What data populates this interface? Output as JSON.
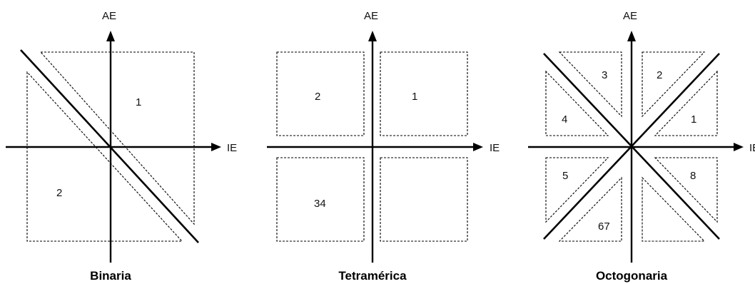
{
  "panels": [
    {
      "caption": "Binaria",
      "y_axis_label": "AE",
      "x_axis_label": "IE",
      "regions": [
        {
          "label": "1"
        },
        {
          "label": "2"
        }
      ]
    },
    {
      "caption": "Tetramérica",
      "y_axis_label": "AE",
      "x_axis_label": "IE",
      "regions": [
        {
          "label": "1"
        },
        {
          "label": "2"
        },
        {
          "label": "34"
        },
        {
          "label": ""
        }
      ]
    },
    {
      "caption": "Octogonaria",
      "y_axis_label": "AE",
      "x_axis_label": "IE",
      "regions": [
        {
          "label": "1"
        },
        {
          "label": "2"
        },
        {
          "label": "3"
        },
        {
          "label": "4"
        },
        {
          "label": "5"
        },
        {
          "label": "67"
        },
        {
          "label": ""
        },
        {
          "label": "8"
        }
      ]
    }
  ],
  "colors": {
    "line": "#000000",
    "background": "#ffffff"
  }
}
